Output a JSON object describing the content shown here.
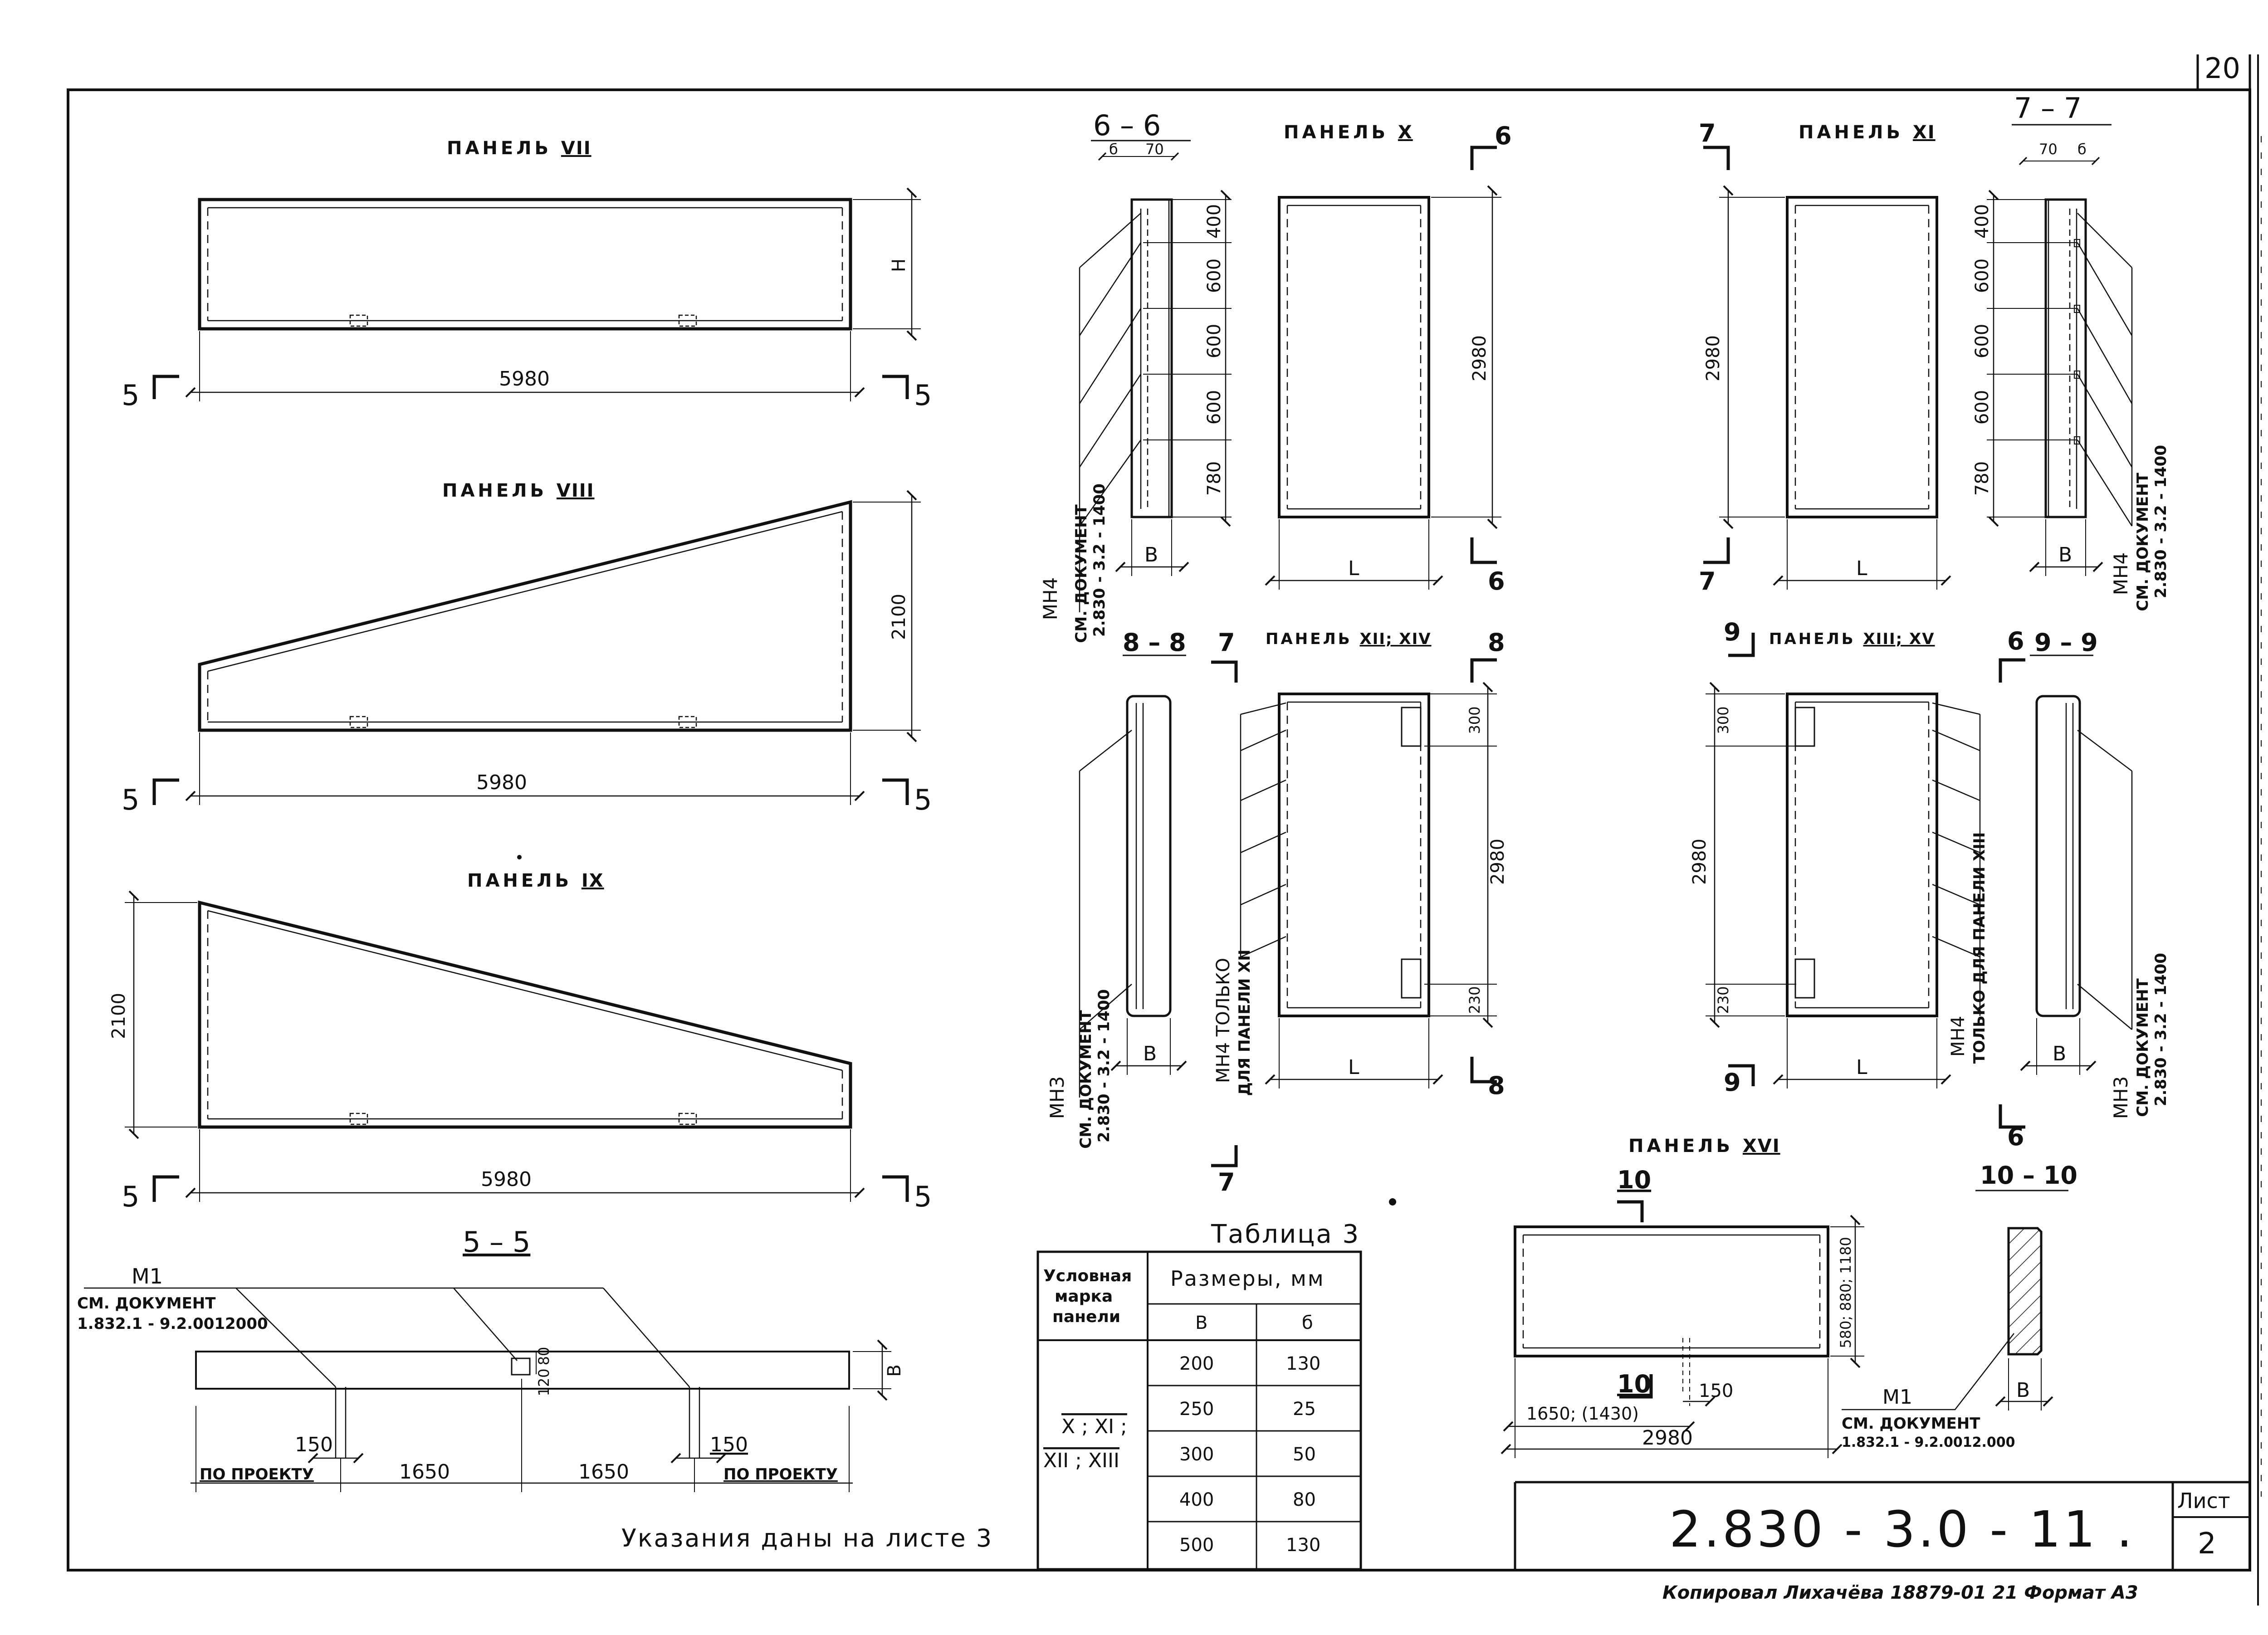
{
  "sheet": {
    "page_number": "20",
    "doc_code": "2.830 - 3.0 - 11  .",
    "list_label": "Лист",
    "list_number": "2",
    "footer": "Копировал Лихачёва 18879-01  21  Формат А3",
    "instructions": "Указания даны на листе 3"
  },
  "panels": {
    "p7": {
      "label": "ПАНЕЛЬ",
      "num": "VII",
      "length": "5980",
      "height": "Н",
      "sec_left": "5",
      "sec_right": "5"
    },
    "p8": {
      "label": "ПАНЕЛЬ",
      "num": "VIII",
      "length": "5980",
      "height": "2100",
      "sec_left": "5",
      "sec_right": "5"
    },
    "p9": {
      "label": "ПАНЕЛЬ",
      "num": "IX",
      "length": "5980",
      "height": "2100",
      "sec_left": "5",
      "sec_right": "5"
    },
    "p10": {
      "label": "ПАНЕЛЬ",
      "num": "X",
      "height": "2980",
      "width": "L",
      "sec": "6"
    },
    "p11": {
      "label": "ПАНЕЛЬ",
      "num": "XI",
      "height": "2980",
      "width": "L",
      "sec": "7"
    },
    "p12": {
      "label": "ПАНЕЛЬ",
      "num": "XII; XIV",
      "height": "2980",
      "width": "L",
      "top": "300",
      "bottom": "230",
      "sec_left": "7",
      "sec_right": "8",
      "mark": "МН4 ТОЛЬКО",
      "mark2": "ДЛЯ ПАНЕЛИ XII"
    },
    "p13": {
      "label": "ПАНЕЛЬ",
      "num": "XIII; XV",
      "height": "2980",
      "width": "L",
      "top": "300",
      "bottom": "230",
      "sec_left": "9",
      "sec_right": "6",
      "mark": "МН4",
      "mark2": "ТОЛЬКО ДЛЯ ПАНЕЛИ XIII"
    },
    "p16": {
      "label": "ПАНЕЛЬ",
      "num": "XVI",
      "height": "580; 880; 1180",
      "length": "2980",
      "part": "1650; (1430)",
      "hole": "150",
      "sec": "10"
    }
  },
  "sections": {
    "s55": {
      "title": "5 – 5",
      "m": "М1",
      "ref": "СМ. ДОКУМЕНТ",
      "ref2": "1.832.1 - 9.2.0012000",
      "d80": "80",
      "d120": "120",
      "b": "В",
      "d150a": "150",
      "d150b": "150",
      "d1650a": "1650",
      "d1650b": "1650",
      "proj": "ПО ПРОЕКТУ"
    },
    "s66": {
      "title": "6 – 6",
      "t1": "б",
      "t2": "70",
      "dims": [
        "400",
        "600",
        "600",
        "600",
        "780"
      ],
      "b": "В",
      "mark": "МН4",
      "ref": "СМ. ДОКУМЕНТ",
      "ref2": "2.830 - 3.2 - 1400"
    },
    "s77": {
      "title": "7 – 7",
      "t1": "70",
      "t2": "б",
      "dims": [
        "400",
        "600",
        "600",
        "600",
        "780"
      ],
      "b": "В",
      "mark": "МН4",
      "ref": "СМ. ДОКУМЕНТ",
      "ref2": "2.830 - 3.2 - 1400"
    },
    "s88": {
      "title": "8 – 8",
      "b": "В",
      "mark": "МН3",
      "ref": "СМ. ДОКУМЕНТ",
      "ref2": "2.830 - 3.2 - 1400"
    },
    "s99": {
      "title": "9 – 9",
      "b": "В",
      "mark": "МН3",
      "ref": "СМ. ДОКУМЕНТ",
      "ref2": "2.830 - 3.2 - 1400"
    },
    "s1010": {
      "title": "10 – 10",
      "b": "В",
      "m": "М1",
      "ref": "СМ. ДОКУМЕНТ",
      "ref2": "1.832.1 - 9.2.0012.000"
    }
  },
  "table": {
    "title": "Таблица 3",
    "h_mark": [
      "Условная",
      "марка",
      "панели"
    ],
    "h_sizes": "Размеры, мм",
    "h_b": "В",
    "h_bs": "б",
    "panels_cell_1": "X ; XI ;",
    "panels_cell_2": "XII ; XIII",
    "rows": [
      {
        "B": "200",
        "b": "130"
      },
      {
        "B": "250",
        "b": "25"
      },
      {
        "B": "300",
        "b": "50"
      },
      {
        "B": "400",
        "b": "80"
      },
      {
        "B": "500",
        "b": "130"
      }
    ]
  }
}
